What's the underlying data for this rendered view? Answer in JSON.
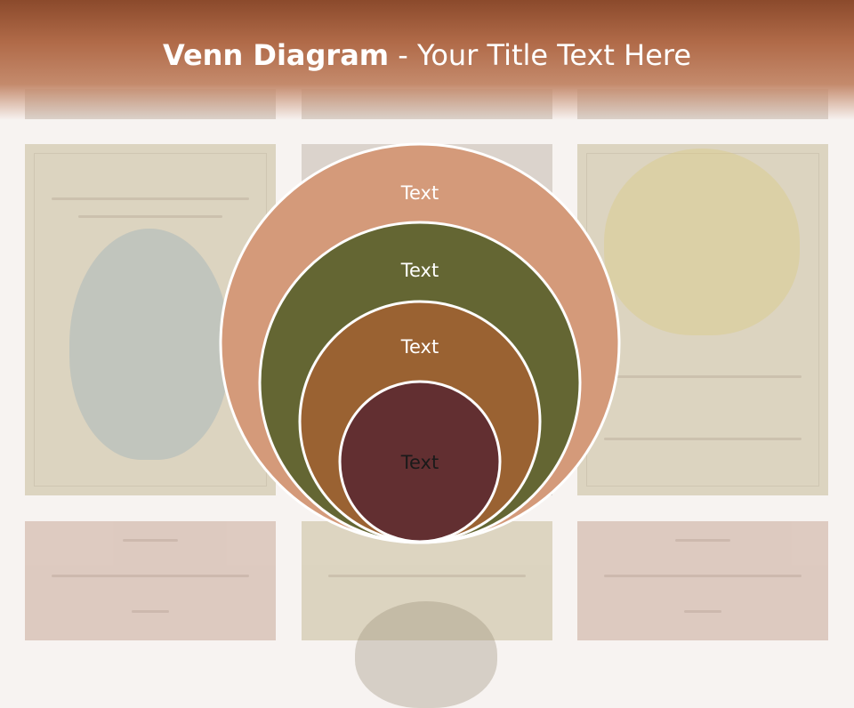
{
  "title": {
    "bold": "Venn Diagram",
    "rest": " - Your Title Text Here",
    "color": "#ffffff",
    "band_color": "#9a5535"
  },
  "circles": [
    {
      "label": "Text",
      "color": "#d49a7a",
      "text_color": "#ffffff"
    },
    {
      "label": "Text",
      "color": "#646633",
      "text_color": "#ffffff"
    },
    {
      "label": "Text",
      "color": "#9a6232",
      "text_color": "#ffffff"
    },
    {
      "label": "Text",
      "color": "#622f31",
      "text_color": "#1a1a1a"
    }
  ],
  "background": {
    "page_color": "#f7f3f1",
    "tile_color": "#d6cdc6"
  }
}
